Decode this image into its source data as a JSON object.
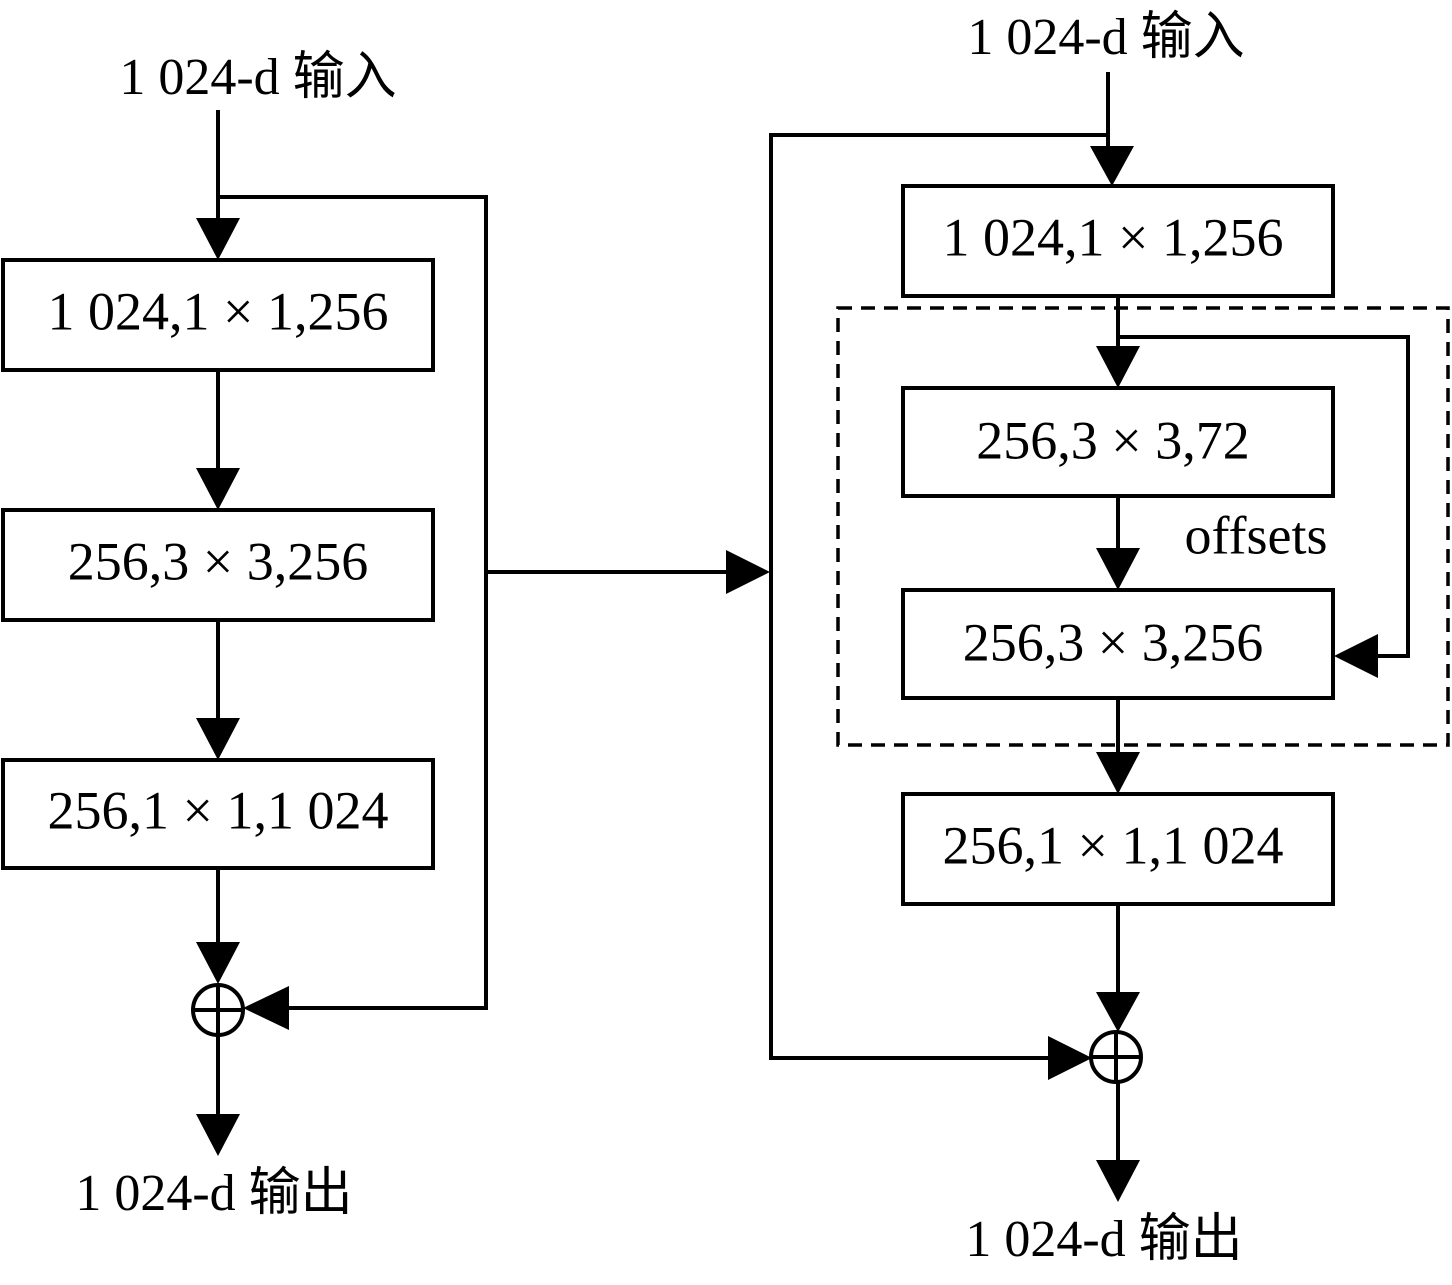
{
  "left_block": {
    "input_label": "1 024-d 输入",
    "layers": [
      "1 024,1 × 1,256",
      "256,3 × 3,256",
      "256,1 × 1,1 024"
    ],
    "output_label": "1 024-d 输出"
  },
  "right_block": {
    "input_label": "1 024-d 输入",
    "layers": [
      "1 024,1 × 1,256",
      "256,3 × 3,72",
      "256,3 × 3,256",
      "256,1 × 1,1 024"
    ],
    "offsets_label": "offsets",
    "output_label": "1 024-d 输出"
  },
  "colors": {
    "stroke": "#000000",
    "background": "#ffffff"
  }
}
